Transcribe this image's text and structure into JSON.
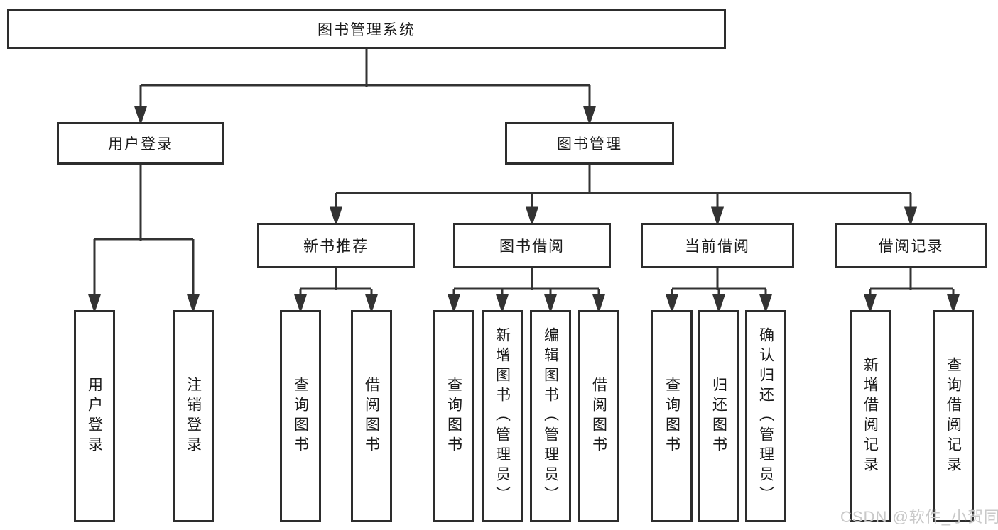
{
  "diagram": {
    "root_label": "图书管理系统",
    "level2": [
      "用户登录",
      "图书管理"
    ],
    "level3": [
      "新书推荐",
      "图书借阅",
      "当前借阅",
      "借阅记录"
    ],
    "leaves": {
      "user_login": [
        "用户登录",
        "注销登录"
      ],
      "new_book_recommend": [
        "查询图书",
        "借阅图书"
      ],
      "book_borrow": [
        "查询图书",
        "新增图书（管理员）",
        "编辑图书（管理员）",
        "借阅图书"
      ],
      "current_borrow": [
        "查询图书",
        "归还图书",
        "确认归还（管理员）"
      ],
      "borrow_record": [
        "新增借阅记录",
        "查询借阅记录"
      ]
    }
  },
  "watermark": {
    "text": "CSDN @软件_小贺同学",
    "color": "#c9c9c9"
  },
  "colors": {
    "background": "#ffffff",
    "line": "#333333",
    "box_border": "#2d2d2d",
    "text": "#1a1a1a"
  }
}
